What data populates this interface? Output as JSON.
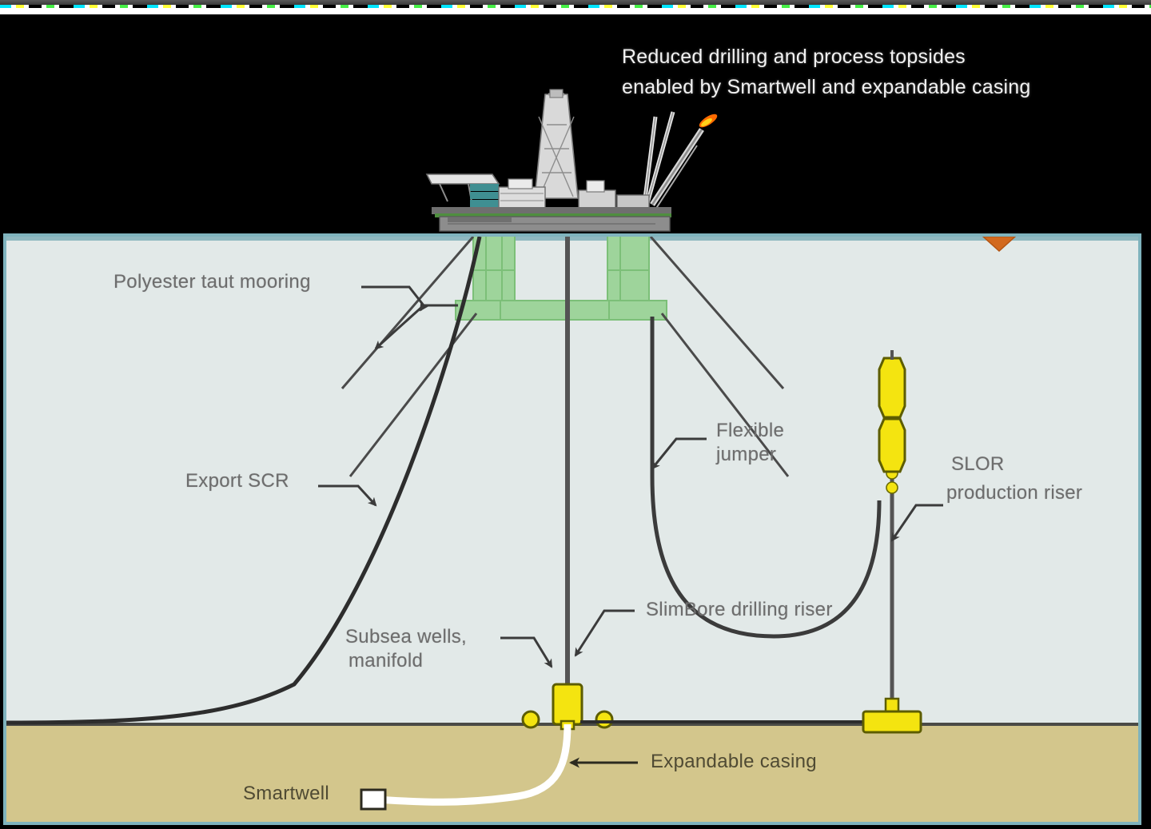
{
  "headline": {
    "line1": "Reduced drilling and process topsides",
    "line2": "enabled by Smartwell and expandable casing"
  },
  "labels": {
    "mooring": "Polyester taut mooring",
    "export_scr": "Export SCR",
    "flexible_jumper_l1": "Flexible",
    "flexible_jumper_l2": "jumper",
    "slor_l1": "SLOR",
    "slor_l2": "production riser",
    "slimbore": "SlimBore drilling riser",
    "subsea_wells_l1": "Subsea wells,",
    "subsea_wells_l2": "manifold",
    "expandable_casing": "Expandable casing",
    "smartwell": "Smartwell"
  },
  "icons": {
    "flare": "flare-flame-icon",
    "derrick": "drilling-derrick-icon",
    "helideck": "helideck-icon",
    "buoyancy_can": "buoyancy-can-icon",
    "manifold": "subsea-manifold-icon",
    "wellhead": "wellhead-icon",
    "slor_base": "riser-base-icon",
    "smartwell_box": "smartwell-completion-icon",
    "water_level_marker": "water-level-marker-icon"
  },
  "colors": {
    "background": "#000000",
    "sea": "#e2e9e8",
    "seabed": "#d3c68c",
    "frame_border": "#7fb3bd",
    "hull_green": "#9ed49b",
    "buoy_yellow": "#f4e410",
    "line_dark": "#3b3b3b",
    "label_text": "#6d6d6d",
    "label_text_dark": "#4f4a33",
    "flare_orange": "#ff6a00",
    "casing_white": "#ffffff"
  }
}
